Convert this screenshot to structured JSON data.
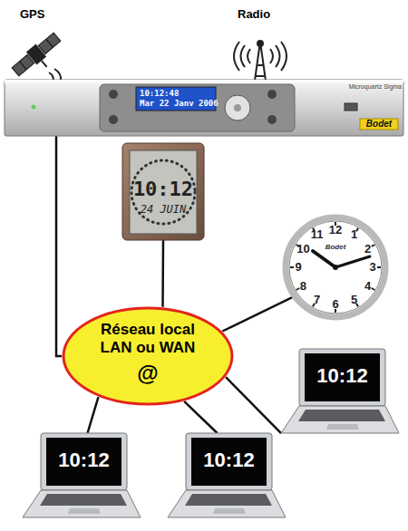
{
  "diagram": {
    "nodes": [
      {
        "text": [
          "10:12:48",
          "Mar 22 Janv 2006",
          "Microquartz Sigma",
          "Bodet"
        ]
      },
      {
        "text": [
          "10:12",
          "24 JUIN"
        ]
      },
      {
        "text": [
          "12",
          "1",
          "2",
          "3",
          "4",
          "5",
          "6",
          "7",
          "8",
          "9",
          "10",
          "11",
          "Bodet"
        ]
      },
      {
        "text": [
          "Réseau local LAN ou WAN",
          "@"
        ]
      },
      {
        "text": [
          "10:12"
        ]
      },
      {
        "text": [
          "10:12"
        ]
      },
      {
        "text": [
          "10:12"
        ]
      }
    ],
    "edges": [
      {
        "from": 0,
        "to": 3,
        "arrow": "none"
      },
      {
        "from": 1,
        "to": 3,
        "arrow": "none"
      },
      {
        "from": 2,
        "to": 3,
        "arrow": "none"
      },
      {
        "from": 3,
        "to": 4,
        "arrow": "none"
      },
      {
        "from": 3,
        "to": 5,
        "arrow": "none"
      },
      {
        "from": 3,
        "to": 6,
        "arrow": "none"
      }
    ],
    "labels": [
      "GPS",
      "Radio"
    ]
  }
}
